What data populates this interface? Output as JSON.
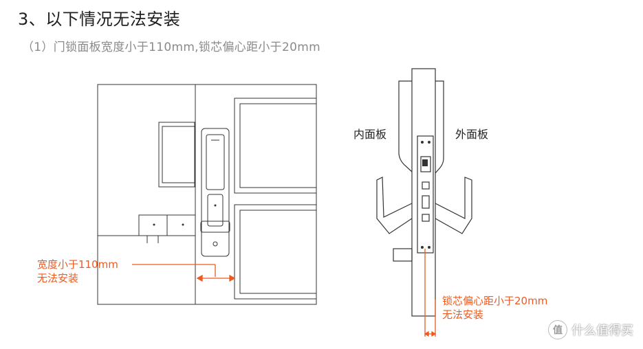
{
  "header": {
    "title": "3、以下情况无法安装",
    "subtitle": "（1）门锁面板宽度小于110mm,锁芯偏心距小于20mm"
  },
  "left_diagram": {
    "note_line1": "宽度小于110mm",
    "note_line2": "无法安装"
  },
  "right_diagram": {
    "inner_label": "内面板",
    "outer_label": "外面板",
    "note_line1": "锁芯偏心距小于20mm",
    "note_line2": "无法安装"
  },
  "watermark": {
    "logo_glyph": "值",
    "text": "什么值得买"
  },
  "colors": {
    "accent": "#ee5a1f",
    "line": "#333333"
  }
}
